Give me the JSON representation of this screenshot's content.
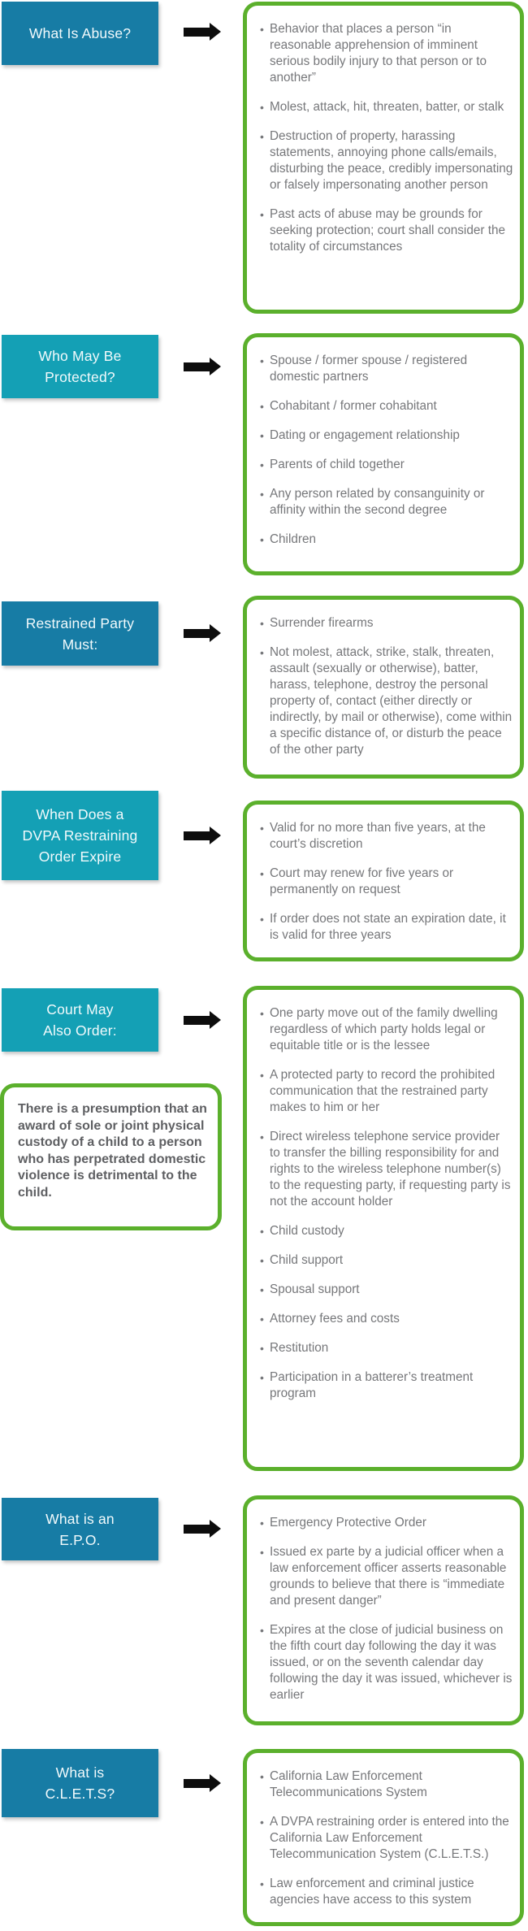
{
  "title": "DVPA restraining order infographic",
  "colors": {
    "teal_dark": "#177ca5",
    "teal_cyan": "#14a0b5",
    "green_border": "#5bb02c",
    "text_gray": "#76777a",
    "note_text": "#5e5f62",
    "arrow_black": "#0d0d0d",
    "heading_text": "#f2fafc"
  },
  "sections": [
    {
      "key": "what-is-abuse",
      "heading": "What Is Abuse?",
      "style": "dark",
      "bullets": [
        "Behavior that places a person “in reasonable apprehension of imminent serious bodily injury to that person or to another”",
        "Molest, attack, hit, threaten, batter, or stalk",
        "Destruction of property, harassing statements, annoying phone calls/emails, disturbing the peace, credibly impersonating or falsely impersonating another person",
        "Past acts of abuse may be grounds for seeking protection; court shall consider the totality of circumstances"
      ]
    },
    {
      "key": "who-may-be-protected",
      "heading": "Who May Be\nProtected?",
      "style": "cyan",
      "bullets": [
        "Spouse / former spouse / registered domestic partners",
        "Cohabitant / former cohabitant",
        "Dating or engagement relationship",
        "Parents of child together",
        "Any person related by consanguinity or affinity within the second degree",
        "Children"
      ]
    },
    {
      "key": "restrained-party-must",
      "heading": "Restrained Party\nMust:",
      "style": "dark",
      "bullets": [
        "Surrender firearms",
        "Not molest, attack, strike, stalk, threaten, assault (sexually or otherwise), batter, harass, telephone, destroy the personal property of, contact (either directly or indirectly, by mail or otherwise), come within a specific distance of, or disturb the peace of the other party"
      ]
    },
    {
      "key": "dvpa-order-expire",
      "heading": "When Does a\nDVPA Restraining\nOrder Expire",
      "style": "cyan",
      "bullets": [
        "Valid for no more than five years, at the court’s discretion",
        "Court may renew for five years or permanently on request",
        "If order does not state an expiration date, it is valid for three years"
      ]
    },
    {
      "key": "court-may-also-order",
      "heading": "Court May\nAlso Order:",
      "style": "cyan",
      "note": "There is a presumption that an award of sole or joint physical custody of a child to a person who has perpetrated domestic violence is detrimental to the child.",
      "bullets": [
        "One party move out of the family dwelling regardless of which party holds legal or equitable title or is the lessee",
        "A protected party to record the prohibited communication that the restrained party makes to him or her",
        "Direct wireless telephone service provider to transfer the billing responsibility for and rights to the wireless telephone number(s) to the requesting party, if requesting party is not the account holder",
        "Child custody",
        "Child support",
        "Spousal support",
        "Attorney fees and costs",
        "Restitution",
        "Participation in a batterer’s treatment program"
      ]
    },
    {
      "key": "what-is-an-epo",
      "heading": "What is an\nE.P.O.",
      "style": "dark",
      "bullets": [
        "Emergency Protective Order",
        "Issued ex parte by a judicial officer when a law enforcement officer asserts reasonable grounds to believe that there is “immediate and present danger”",
        "Expires at the close of judicial business on the fifth court day following the day it was issued, or on the seventh calendar day following the day it was issued, whichever is earlier"
      ]
    },
    {
      "key": "what-is-clets",
      "heading": "What is\nC.L.E.T.S?",
      "style": "dark",
      "bullets": [
        "California Law Enforcement Telecommunications System",
        "A DVPA restraining order is entered into the California Law Enforcement Telecommunication System (C.L.E.T.S.)",
        "Law enforcement and criminal justice agencies have access to this system"
      ]
    }
  ]
}
